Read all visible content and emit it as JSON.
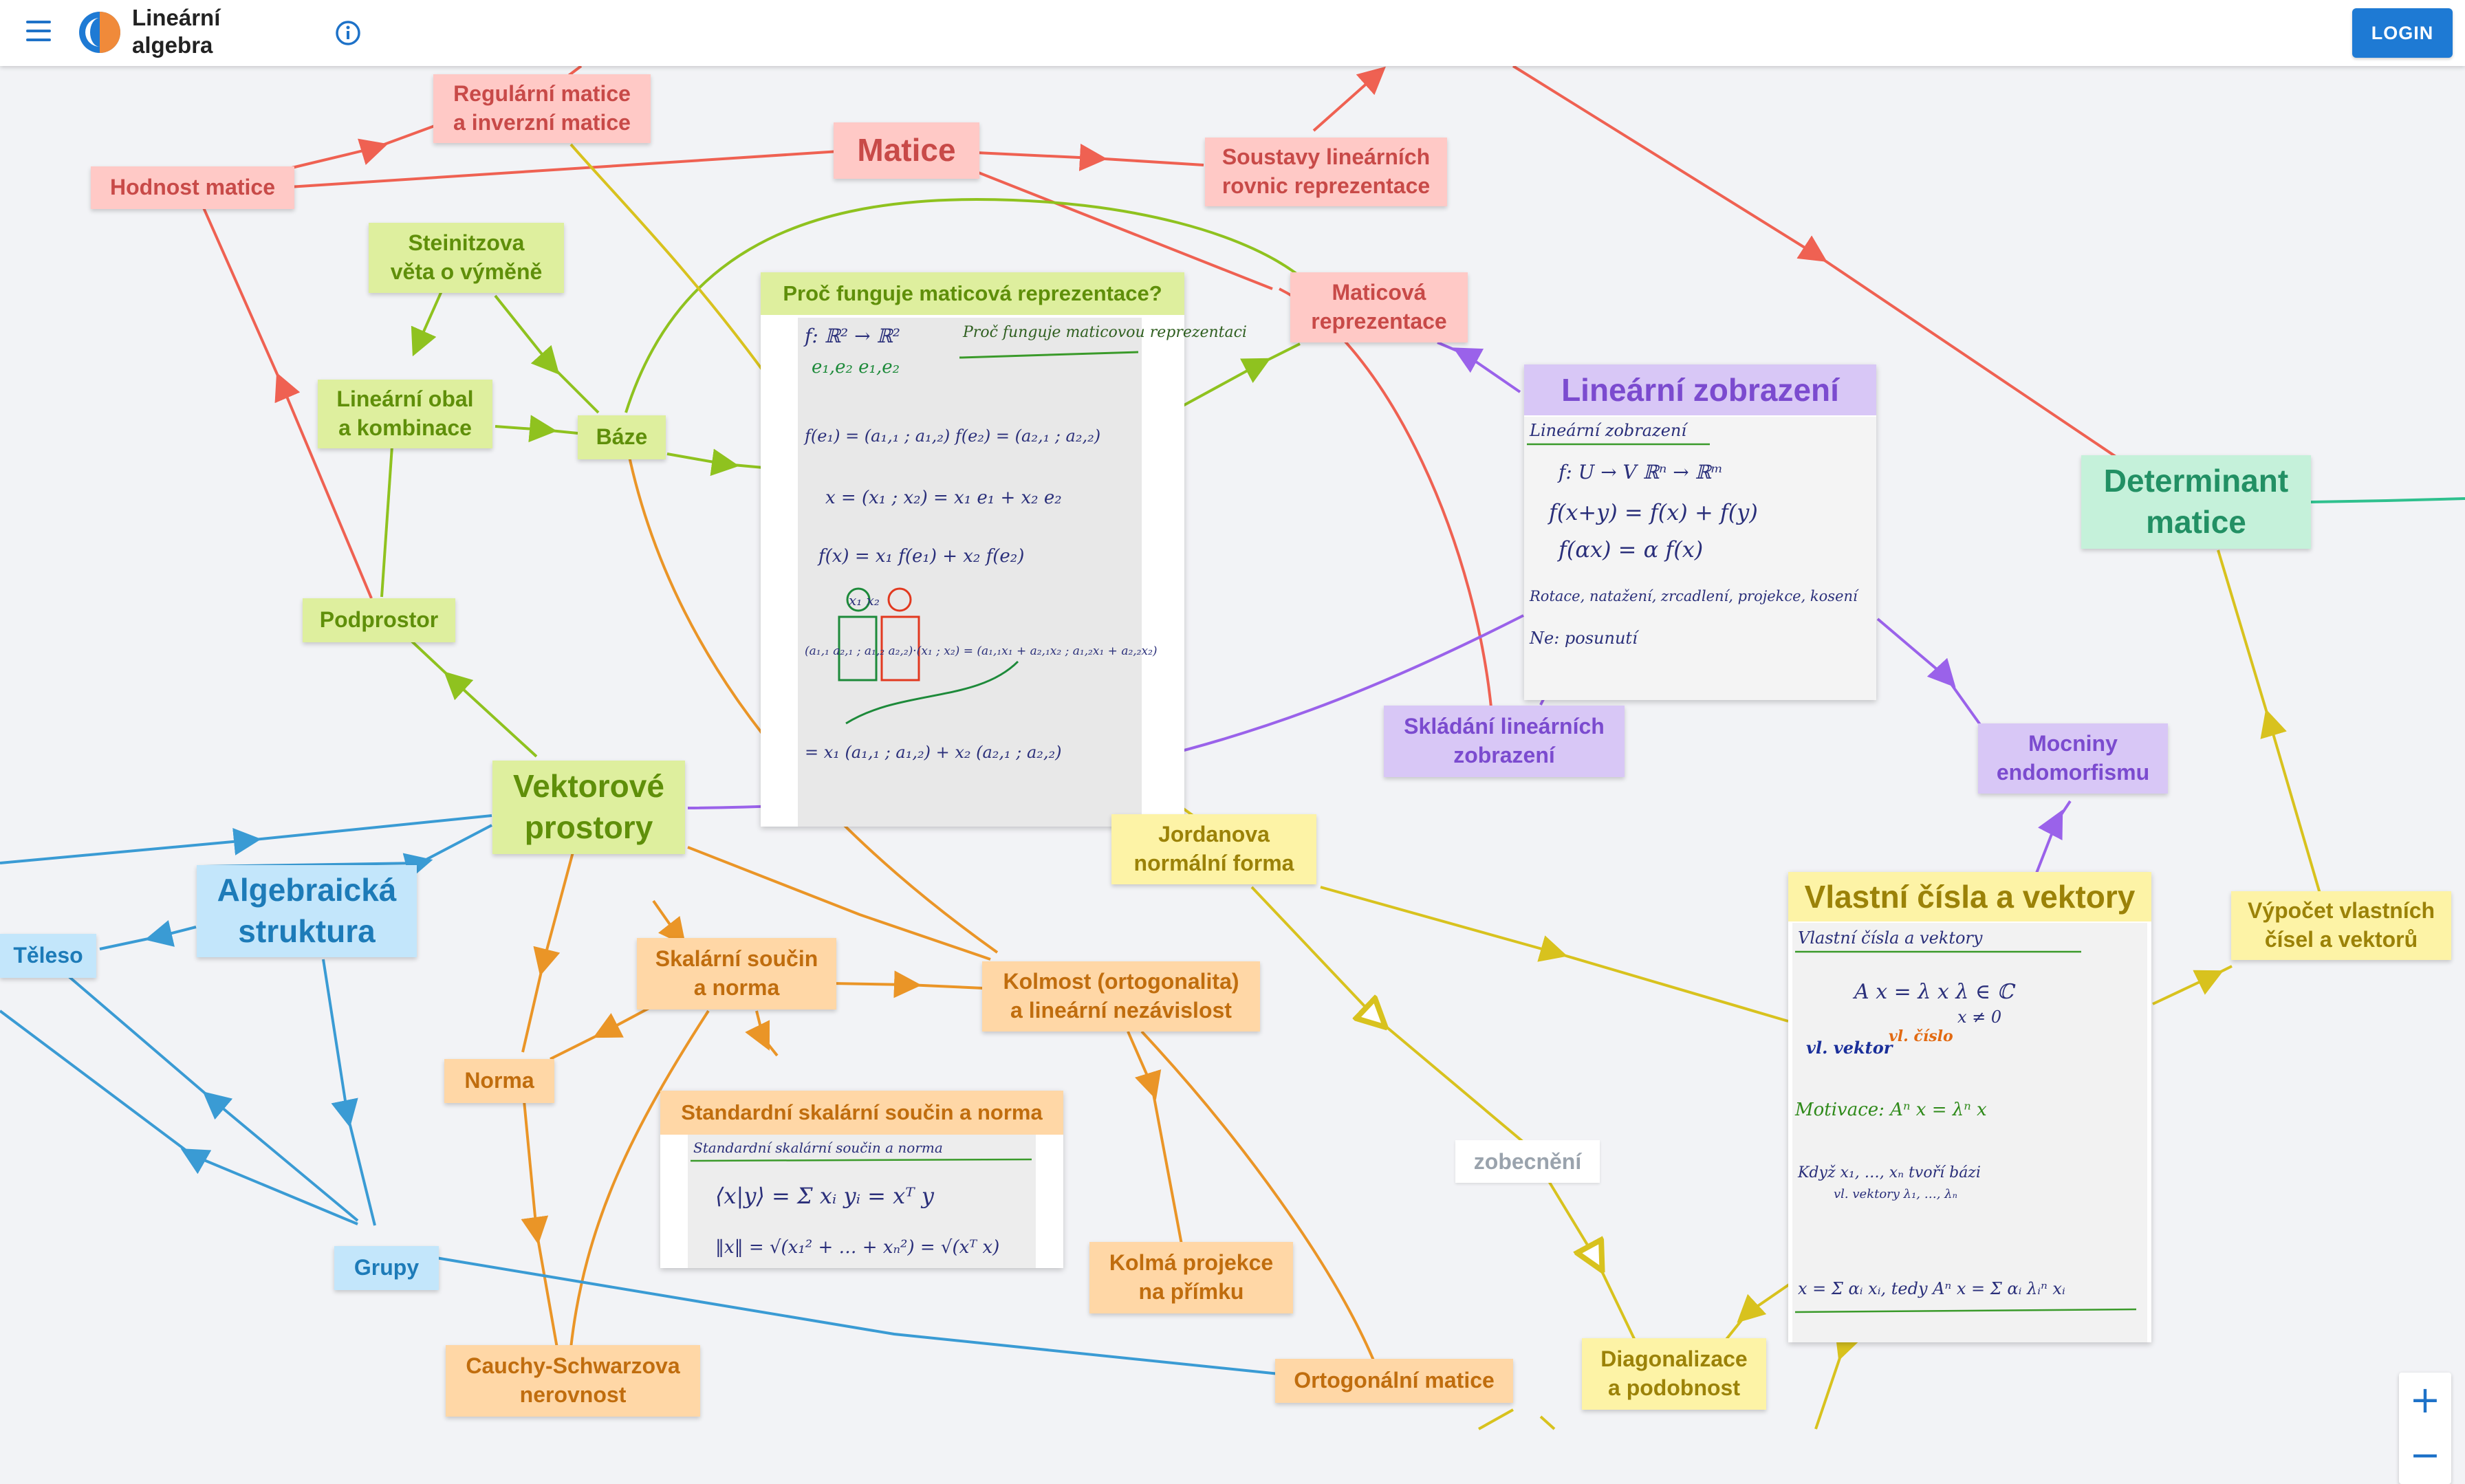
{
  "header": {
    "app_title": "Lineární algebra",
    "login_label": "LOGIN",
    "brand_color": "#1e7ad4",
    "icons": [
      "menu-icon",
      "logo-icon",
      "info-icon"
    ]
  },
  "nodes": {
    "regularni_matice": "Regulární matice\na inverzní matice",
    "hodnost_matice": "Hodnost matice",
    "matice": "Matice",
    "soustavy": "Soustavy lineárních\nrovnic reprezentace",
    "steinitzova": "Steinitzova\nvěta o výměně",
    "maticova_reprezentace": "Maticová\nreprezentace",
    "linearni_obal": "Lineární obal\na kombinace",
    "baze": "Báze",
    "podprostor": "Podprostor",
    "linearni_zobrazeni": "Lineární zobrazení",
    "determinant": "Determinant\nmatice",
    "skladani": "Skládání lineárních\nzobrazení",
    "mocniny": "Mocniny\nendomorfismu",
    "vektorove_prostory": "Vektorové\nprostory",
    "jordanova": "Jordanova\nnormální forma",
    "algebraicka_struktura": "Algebraická\nstruktura",
    "teleso": "Těleso",
    "skalarni_soucin": "Skalární součin\na norma",
    "kolmost": "Kolmost (ortogonalita)\na lineární nezávislost",
    "vlastni_cisla": "Vlastní čísla a vektory",
    "vypocet_vlastnich": "Výpočet vlastních\nčísel a vektorů",
    "norma": "Norma",
    "standardni_skalarni": "Standardní skalární součin a norma",
    "zobecneni": "zobecnění",
    "grupy": "Grupy",
    "kolma_projekce": "Kolmá projekce\nna přímku",
    "cauchy": "Cauchy-Schwarzova\nnerovnost",
    "ortogonalni_matice": "Ortogonální matice",
    "diagonalizace": "Diagonalizace\na podobnost",
    "proc_funguje": "Proč funguje maticová reprezentace?"
  },
  "notes": {
    "proc": {
      "title": "Proč funguje maticovou reprezentaci",
      "lines": [
        "f: ℝ² → ℝ²",
        "e₁,e₂   e₁,e₂",
        "f(e₁) = (a₁,₁ ; a₁,₂)    f(e₂) = (a₂,₁ ; a₂,₂)",
        "x = (x₁ ; x₂) = x₁ e₁ + x₂ e₂",
        "f(x) = x₁ f(e₁) + x₂ f(e₂)",
        "x₁  x₂",
        "(a₁,₁ a₂,₁ ; a₁,₂ a₂,₂)·(x₁ ; x₂) = (a₁,₁x₁ + a₂,₁x₂ ; a₁,₂x₁ + a₂,₂x₂)",
        "= x₁ (a₁,₁ ; a₁,₂) + x₂ (a₂,₁ ; a₂,₂)"
      ]
    },
    "linzob": {
      "title": "Lineární zobrazení",
      "lines": [
        "f: U → V        ℝⁿ → ℝᵐ",
        "f(x+y) = f(x) + f(y)",
        "f(αx) = α f(x)",
        "Rotace, natažení, zrcadlení, projekce, kosení",
        "Ne: posunutí"
      ]
    },
    "vlastni": {
      "title": "Vlastní čísla a vektory",
      "lines": [
        "A x = λ x      λ ∈ ℂ",
        "x ≠ 0",
        "vl. vektor",
        "vl. číslo",
        "Motivace: Aⁿ x = λⁿ x",
        "Když x₁, …, xₙ tvoří bázi",
        "vl. vektory λ₁, …, λₙ",
        "x = Σ αᵢ xᵢ, tedy Aⁿ x = Σ αᵢ λᵢⁿ xᵢ"
      ]
    },
    "standard": {
      "title": "Standardní skalární součin a norma",
      "lines": [
        "⟨x|y⟩ = Σ xᵢ yᵢ = xᵀ y",
        "‖x‖ = √(x₁² + … + xₙ²) = √(xᵀ x)"
      ]
    }
  },
  "zoom": {
    "in": "+",
    "out": "−"
  },
  "colors": {
    "red_edge": "#ef6152",
    "green_edge": "#8fc21f",
    "orange_edge": "#ea9527",
    "blue_edge": "#3a9bd4",
    "purple_edge": "#9a62ea",
    "yellow_edge": "#d8c21e",
    "teal_edge": "#2fc08e"
  }
}
